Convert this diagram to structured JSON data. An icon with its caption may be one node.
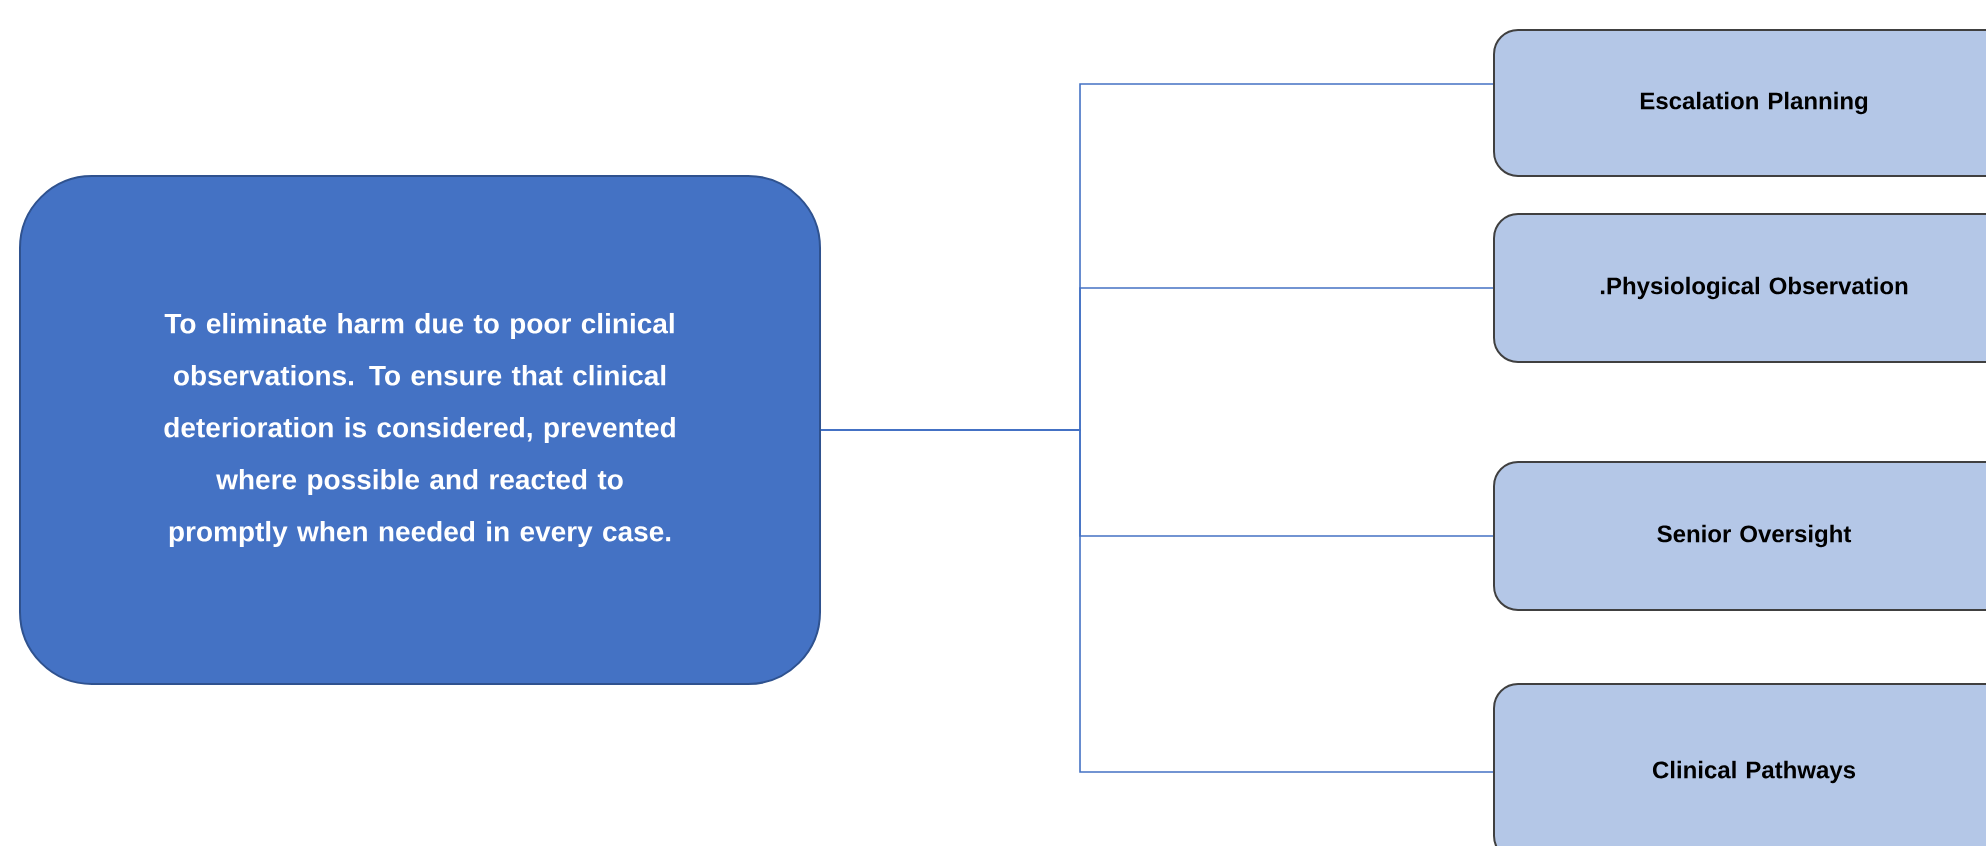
{
  "diagram": {
    "nodes": [
      {
        "text": [
          "To eliminate harm due to poor clinical observations. To ensure that clinical deterioration is considered, prevented where possible and reacted to promptly when needed in every case."
        ]
      },
      {
        "text": [
          "Escalation Planning"
        ]
      },
      {
        "text": [
          ".Physiological Observation"
        ]
      },
      {
        "text": [
          "Senior Oversight"
        ]
      },
      {
        "text": [
          "Clinical Pathways"
        ]
      }
    ],
    "edges": [
      {
        "from": 0,
        "to": 1,
        "arrow": "none"
      },
      {
        "from": 0,
        "to": 2,
        "arrow": "none"
      },
      {
        "from": 0,
        "to": 3,
        "arrow": "none"
      },
      {
        "from": 0,
        "to": 4,
        "arrow": "none"
      }
    ]
  }
}
